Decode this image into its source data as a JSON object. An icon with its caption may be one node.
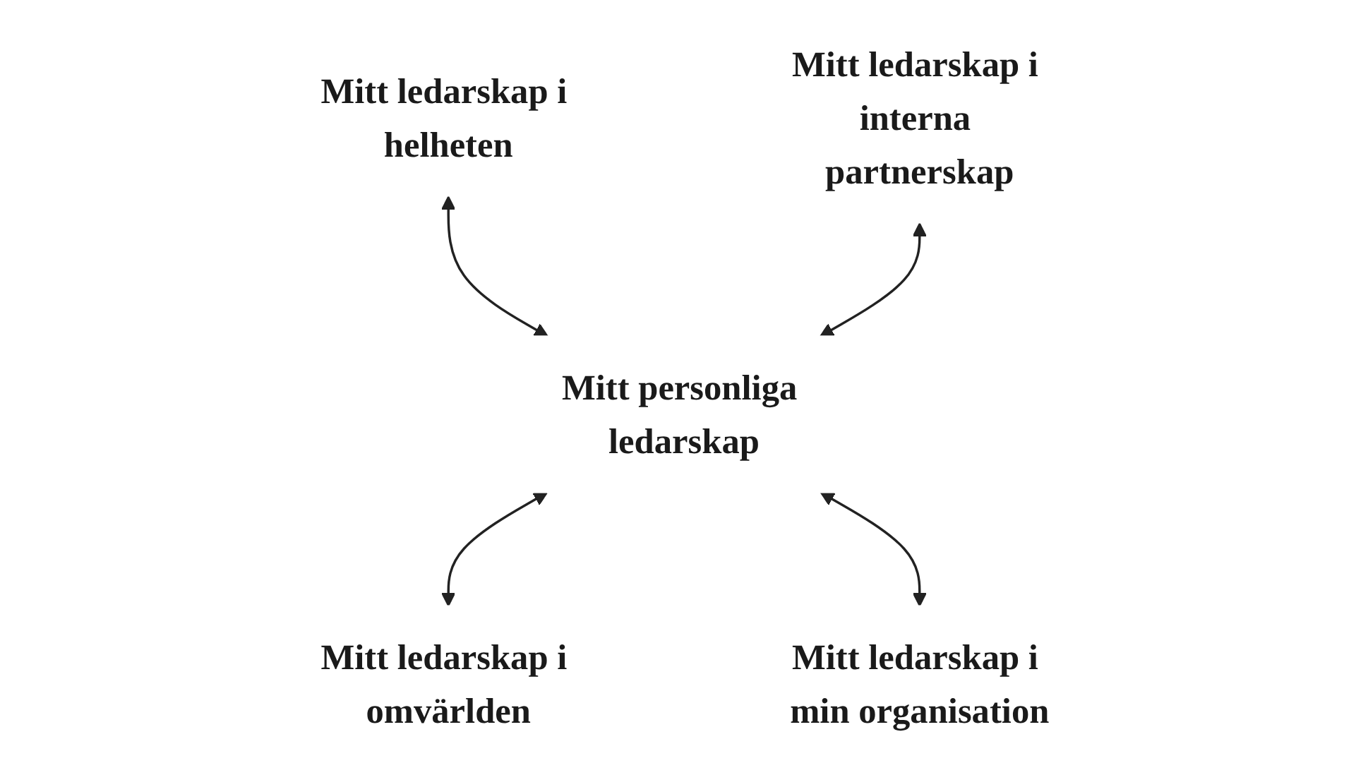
{
  "diagram": {
    "nodes": [
      {
        "text": [
          "Mitt ledarskap i helheten"
        ]
      },
      {
        "text": [
          "Mitt ledarskap i interna partnerskap"
        ]
      },
      {
        "text": [
          "Mitt personliga ledarskap"
        ]
      },
      {
        "text": [
          "Mitt ledarskap i omvärlden"
        ]
      },
      {
        "text": [
          "Mitt ledarskap i min organisation"
        ]
      }
    ],
    "edges": [
      {
        "from": 0,
        "to": 2,
        "arrow": "both"
      },
      {
        "from": 1,
        "to": 2,
        "arrow": "both"
      },
      {
        "from": 2,
        "to": 3,
        "arrow": "both"
      },
      {
        "from": 2,
        "to": 4,
        "arrow": "both"
      }
    ]
  }
}
